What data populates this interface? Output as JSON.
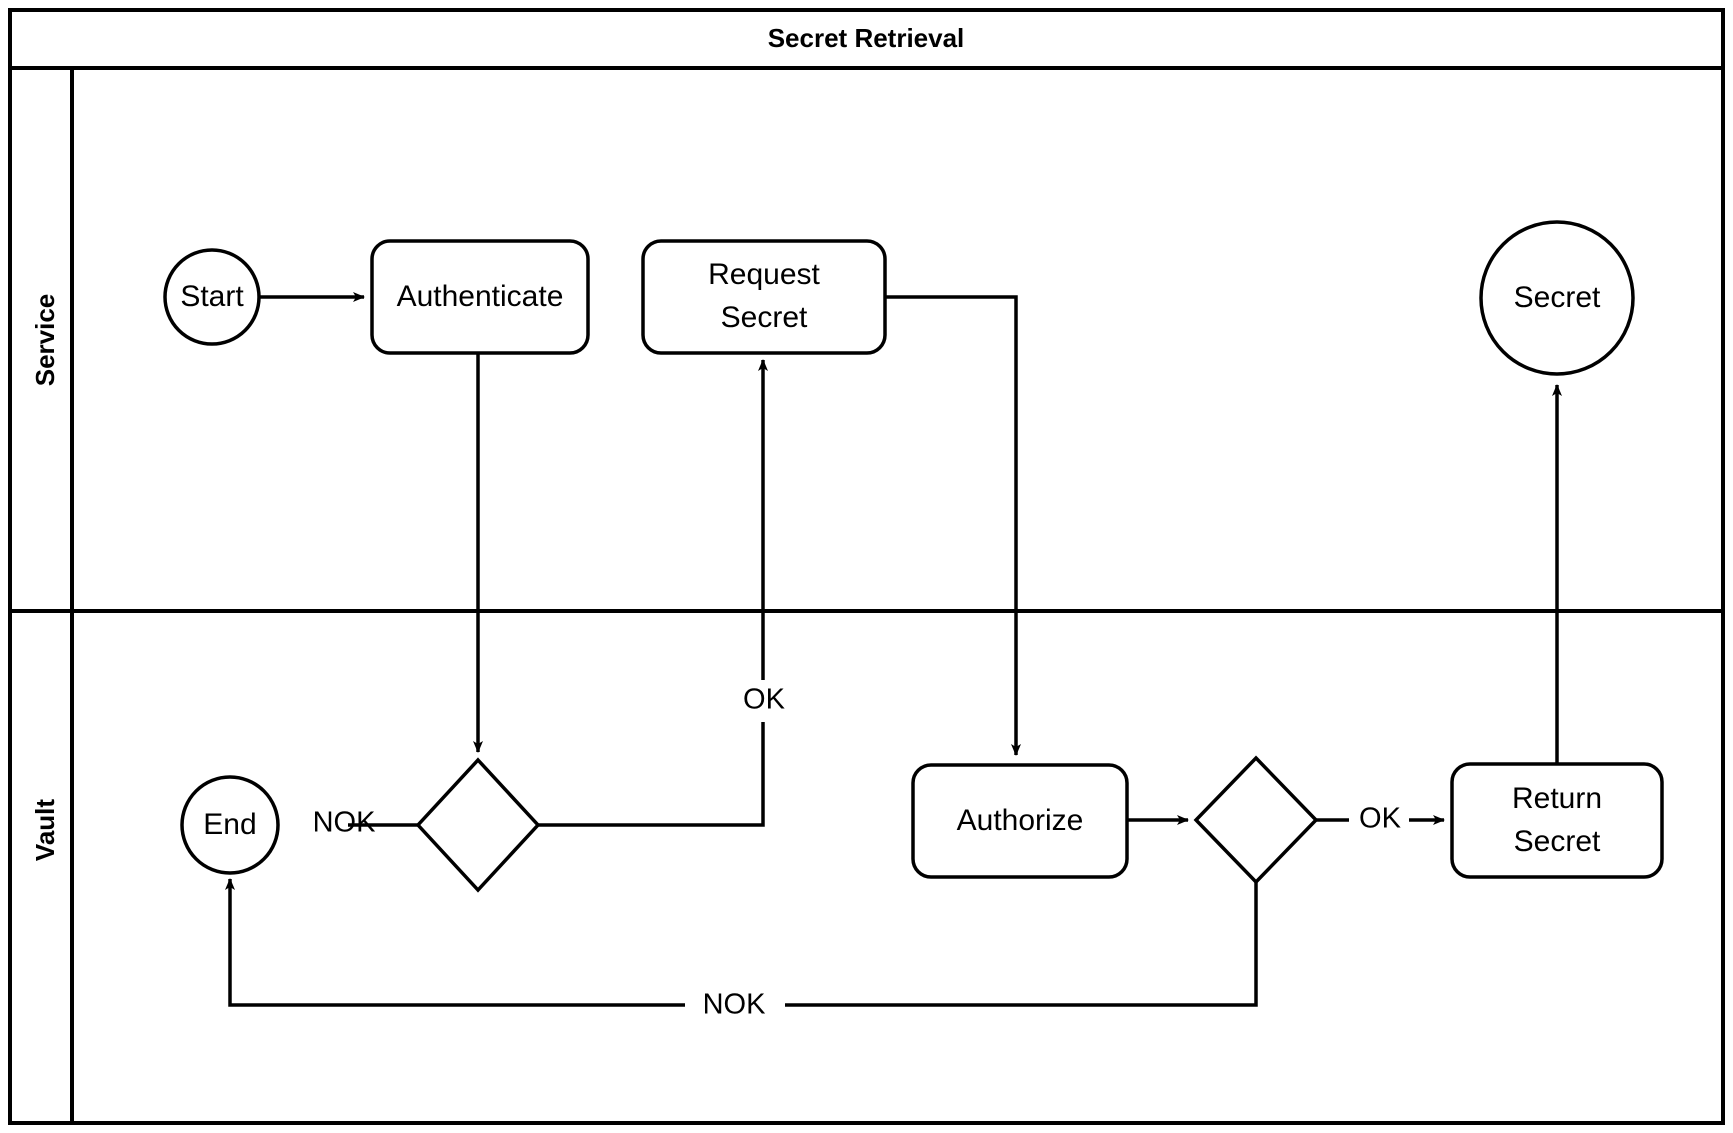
{
  "pool": {
    "title": "Secret Retrieval",
    "lanes": [
      {
        "id": "service",
        "label": "Service"
      },
      {
        "id": "vault",
        "label": "Vault"
      }
    ]
  },
  "nodes": [
    {
      "id": "start",
      "label": "Start",
      "type": "start-event",
      "lane": "service"
    },
    {
      "id": "authenticate",
      "label": "Authenticate",
      "type": "task",
      "lane": "service"
    },
    {
      "id": "request-secret",
      "label": "Request\nSecret",
      "line1": "Request",
      "line2": "Secret",
      "type": "task",
      "lane": "service"
    },
    {
      "id": "secret",
      "label": "Secret",
      "type": "end-event",
      "lane": "service"
    },
    {
      "id": "end",
      "label": "End",
      "type": "end-event",
      "lane": "vault"
    },
    {
      "id": "auth-gateway",
      "label": "",
      "type": "gateway",
      "lane": "vault"
    },
    {
      "id": "authorize",
      "label": "Authorize",
      "type": "task",
      "lane": "vault"
    },
    {
      "id": "authz-gateway",
      "label": "",
      "type": "gateway",
      "lane": "vault"
    },
    {
      "id": "return-secret",
      "label": "Return\nSecret",
      "line1": "Return",
      "line2": "Secret",
      "type": "task",
      "lane": "vault"
    }
  ],
  "edges": [
    {
      "id": "e-start-auth",
      "from": "start",
      "to": "authenticate",
      "label": ""
    },
    {
      "id": "e-auth-gw",
      "from": "authenticate",
      "to": "auth-gateway",
      "label": ""
    },
    {
      "id": "e-gw-end-nok",
      "from": "auth-gateway",
      "to": "end",
      "label": "NOK"
    },
    {
      "id": "e-gw-request-ok",
      "from": "auth-gateway",
      "to": "request-secret",
      "label": "OK"
    },
    {
      "id": "e-request-authorize",
      "from": "request-secret",
      "to": "authorize",
      "label": ""
    },
    {
      "id": "e-authorize-gw",
      "from": "authorize",
      "to": "authz-gateway",
      "label": ""
    },
    {
      "id": "e-gw-return-ok",
      "from": "authz-gateway",
      "to": "return-secret",
      "label": "OK"
    },
    {
      "id": "e-gw-end-nok2",
      "from": "authz-gateway",
      "to": "end",
      "label": "NOK"
    },
    {
      "id": "e-return-secret",
      "from": "return-secret",
      "to": "secret",
      "label": ""
    }
  ],
  "colors": {
    "stroke": "#000000",
    "fill": "#ffffff",
    "background": "#ffffff"
  }
}
